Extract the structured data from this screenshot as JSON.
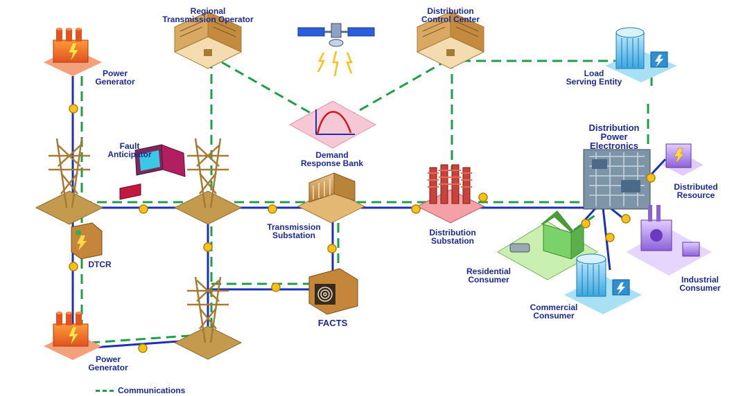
{
  "labels": {
    "power_generator_top": [
      "Power",
      "Generator"
    ],
    "regional_transmission_operator": [
      "Regional",
      "Transmission Operator"
    ],
    "distribution_control_center": [
      "Distribution",
      "Control Center"
    ],
    "load_serving_entity": [
      "Load",
      "Serving Entity"
    ],
    "fault_anticipator": [
      "Fault",
      "Anticipator"
    ],
    "demand_response_bank": [
      "Demand",
      "Response Bank"
    ],
    "distribution_power_electronics": [
      "Distribution",
      "Power",
      "Electronics"
    ],
    "distributed_resource": [
      "Distributed",
      "Resource"
    ],
    "transmission_substation": [
      "Transmission",
      "Substation"
    ],
    "distribution_substation": [
      "Distribution",
      "Substation"
    ],
    "dtcr": [
      "DTCR"
    ],
    "residential_consumer": [
      "Residential",
      "Consumer"
    ],
    "industrial_consumer": [
      "Industrial",
      "Consumer"
    ],
    "commercial_consumer": [
      "Commercial",
      "Consumer"
    ],
    "facts": [
      "FACTS"
    ],
    "power_generator_bottom": [
      "Power",
      "Generator"
    ]
  },
  "legend": {
    "label": "Communications"
  },
  "colors": {
    "power_line": "#1b2fb5",
    "communications": "#1f9e4a",
    "node": "#f4c21a",
    "tower": "#c49a4e",
    "label": "#1b2a8f"
  },
  "icons": [
    "factory-icon",
    "control-room-icon",
    "satellite-icon",
    "office-building-icon",
    "laptop-icon",
    "chart-icon",
    "transmission-tower-icon",
    "substation-icon",
    "insulator-icon",
    "electronics-panel-icon",
    "battery-icon",
    "house-icon",
    "industrial-plant-icon",
    "commercial-building-icon",
    "facts-device-icon",
    "dtcr-device-icon"
  ]
}
